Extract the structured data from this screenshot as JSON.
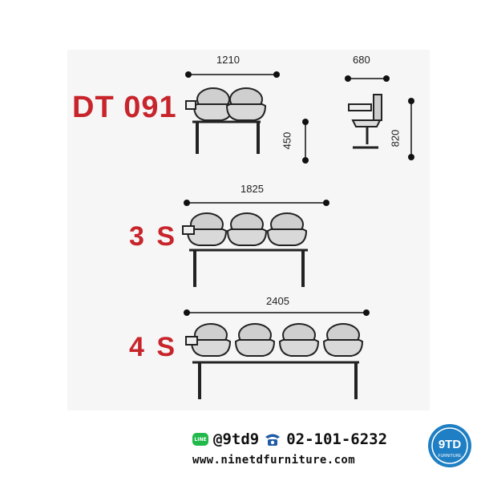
{
  "model": {
    "code": "DT 091",
    "three_seat_label": "3 S",
    "four_seat_label": "4 S"
  },
  "dimensions": {
    "width_2_seat": "1210",
    "depth": "680",
    "seat_height": "450",
    "total_height": "820",
    "width_3_seat": "1825",
    "width_4_seat": "2405"
  },
  "contact": {
    "line_badge": "LINE",
    "line_id": "@9td9",
    "phone": "02-101-6232",
    "website": "www.ninetdfurniture.com"
  },
  "brand": {
    "logo_text": "9TD",
    "logo_subtext": "FURNITURE"
  },
  "colors": {
    "accent_red": "#c8242b",
    "line_green": "#20b94a",
    "phone_blue": "#1e5aa8",
    "logo_blue": "#1f7fc4"
  },
  "icons": {
    "line": "line-app-icon",
    "phone": "telephone-icon",
    "logo": "ninetd-logo"
  }
}
